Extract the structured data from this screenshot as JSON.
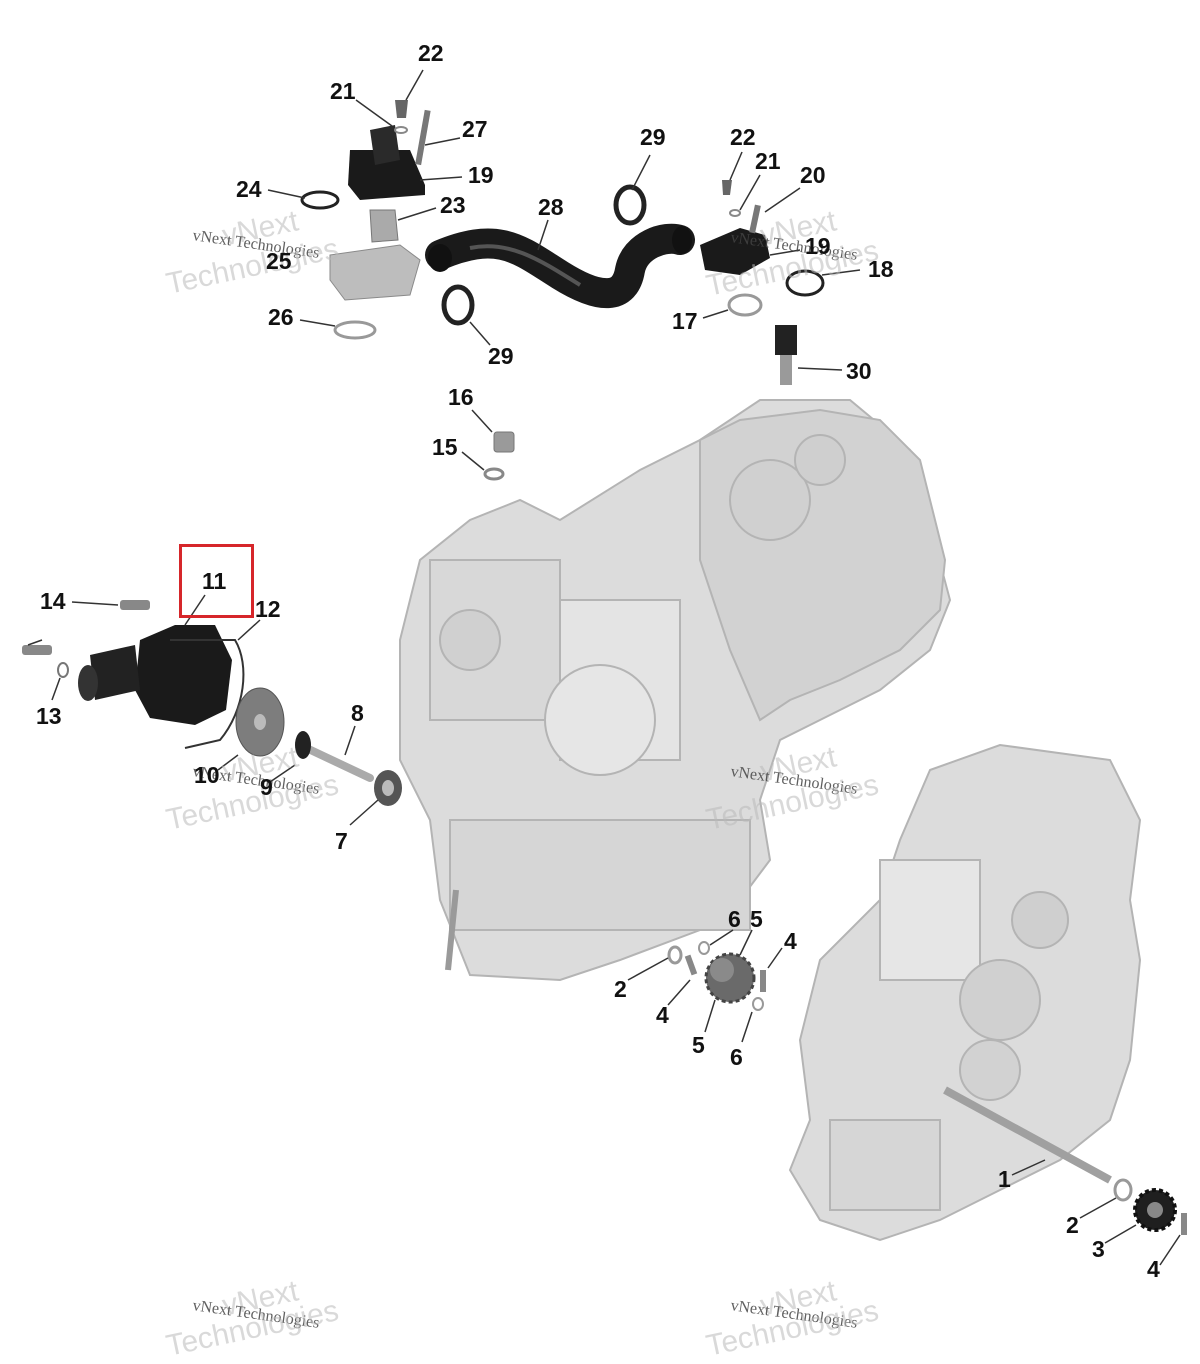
{
  "diagram": {
    "callouts": [
      {
        "id": "c22a",
        "label": "22"
      },
      {
        "id": "c21a",
        "label": "21"
      },
      {
        "id": "c27",
        "label": "27"
      },
      {
        "id": "c19a",
        "label": "19"
      },
      {
        "id": "c24",
        "label": "24"
      },
      {
        "id": "c23",
        "label": "23"
      },
      {
        "id": "c25",
        "label": "25"
      },
      {
        "id": "c26",
        "label": "26"
      },
      {
        "id": "c28",
        "label": "28"
      },
      {
        "id": "c29a",
        "label": "29"
      },
      {
        "id": "c29b",
        "label": "29"
      },
      {
        "id": "c22b",
        "label": "22"
      },
      {
        "id": "c21b",
        "label": "21"
      },
      {
        "id": "c20",
        "label": "20"
      },
      {
        "id": "c19b",
        "label": "19"
      },
      {
        "id": "c18",
        "label": "18"
      },
      {
        "id": "c17",
        "label": "17"
      },
      {
        "id": "c30",
        "label": "30"
      },
      {
        "id": "c16",
        "label": "16"
      },
      {
        "id": "c15",
        "label": "15"
      },
      {
        "id": "c11",
        "label": "11"
      },
      {
        "id": "c14",
        "label": "14"
      },
      {
        "id": "c12",
        "label": "12"
      },
      {
        "id": "c13",
        "label": "13"
      },
      {
        "id": "c8",
        "label": "8"
      },
      {
        "id": "c10",
        "label": "10"
      },
      {
        "id": "c9",
        "label": "9"
      },
      {
        "id": "c7",
        "label": "7"
      },
      {
        "id": "c6a",
        "label": "6"
      },
      {
        "id": "c5a",
        "label": "5"
      },
      {
        "id": "c4a",
        "label": "4"
      },
      {
        "id": "c2a",
        "label": "2"
      },
      {
        "id": "c4b",
        "label": "4"
      },
      {
        "id": "c5b",
        "label": "5"
      },
      {
        "id": "c6b",
        "label": "6"
      },
      {
        "id": "c1",
        "label": "1"
      },
      {
        "id": "c2b",
        "label": "2"
      },
      {
        "id": "c3",
        "label": "3"
      },
      {
        "id": "c4c",
        "label": "4"
      }
    ],
    "highlighted_callout": "11"
  },
  "watermark": {
    "line1": "vNext Technologies",
    "big1": "vNext",
    "big2": "Technologies"
  },
  "colors": {
    "highlight": "#d6262a",
    "part_dark": "#1a1a1a",
    "part_grey": "#c8c8c8"
  }
}
